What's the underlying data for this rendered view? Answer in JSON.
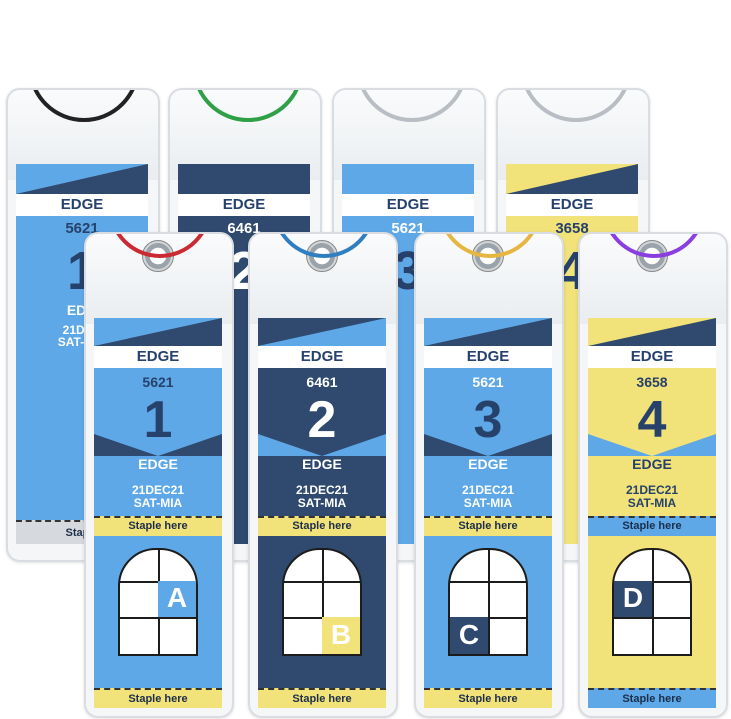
{
  "back_tags": [
    {
      "code": "5621",
      "number": "1",
      "brand": "EDGE",
      "edge_fragment": "EDG",
      "date_fragment": "21DEC",
      "route_fragment": "SAT-MIA",
      "staple_fragment": "Staple",
      "color": "#5ea8e8",
      "ring": "#222222"
    },
    {
      "code": "6461",
      "number": "2",
      "brand": "EDGE",
      "edge_fragment": "DG",
      "date_fragment": "DE",
      "route_fragment": "-M",
      "staple_fragment": "aple",
      "color": "#2f4a6e",
      "ring": "#2ea046"
    },
    {
      "code": "5621",
      "number": "3",
      "brand": "EDGE",
      "edge_fragment": "DG",
      "date_fragment": "DE",
      "route_fragment": "-M",
      "staple_fragment": "aple",
      "color": "#5ea8e8",
      "ring": "#b9bec4"
    },
    {
      "code": "3658",
      "number": "4",
      "brand": "EDGE",
      "edge_fragment": "DG",
      "date_fragment": "DE",
      "route_fragment": "-M",
      "staple_fragment": "ple",
      "color": "#f2e27a",
      "ring": "#b9bec4"
    }
  ],
  "front_tags": [
    {
      "brand": "EDGE",
      "code": "5621",
      "number": "1",
      "edge_label": "EDGE",
      "date": "21DEC21",
      "route": "SAT-MIA",
      "staple_top": "Staple here",
      "staple_bottom": "Staple here",
      "letter": "A",
      "color": "#5ea8e8",
      "text_color": "#26426b",
      "ring": "#cc2a32",
      "letter_bg": "#5ea8e8"
    },
    {
      "brand": "EDGE",
      "code": "6461",
      "number": "2",
      "edge_label": "EDGE",
      "date": "21DEC21",
      "route": "SAT-MIA",
      "staple_top": "Staple here",
      "staple_bottom": "Staple here",
      "letter": "B",
      "color": "#2f4a6e",
      "text_color": "#ffffff",
      "ring": "#2f7fc0",
      "letter_bg": "#f2e27a"
    },
    {
      "brand": "EDGE",
      "code": "5621",
      "number": "3",
      "edge_label": "EDGE",
      "date": "21DEC21",
      "route": "SAT-MIA",
      "staple_top": "Staple here",
      "staple_bottom": "Staple here",
      "letter": "C",
      "color": "#5ea8e8",
      "text_color": "#26426b",
      "ring": "#e6b640",
      "letter_bg": "#2f4a6e"
    },
    {
      "brand": "EDGE",
      "code": "3658",
      "number": "4",
      "edge_label": "EDGE",
      "date": "21DEC21",
      "route": "SAT-MIA",
      "staple_top": "Staple here",
      "staple_bottom": "Staple here",
      "letter": "D",
      "color": "#f2e27a",
      "text_color": "#26426b",
      "ring": "#8a3ee0",
      "letter_bg": "#2f4a6e"
    }
  ]
}
